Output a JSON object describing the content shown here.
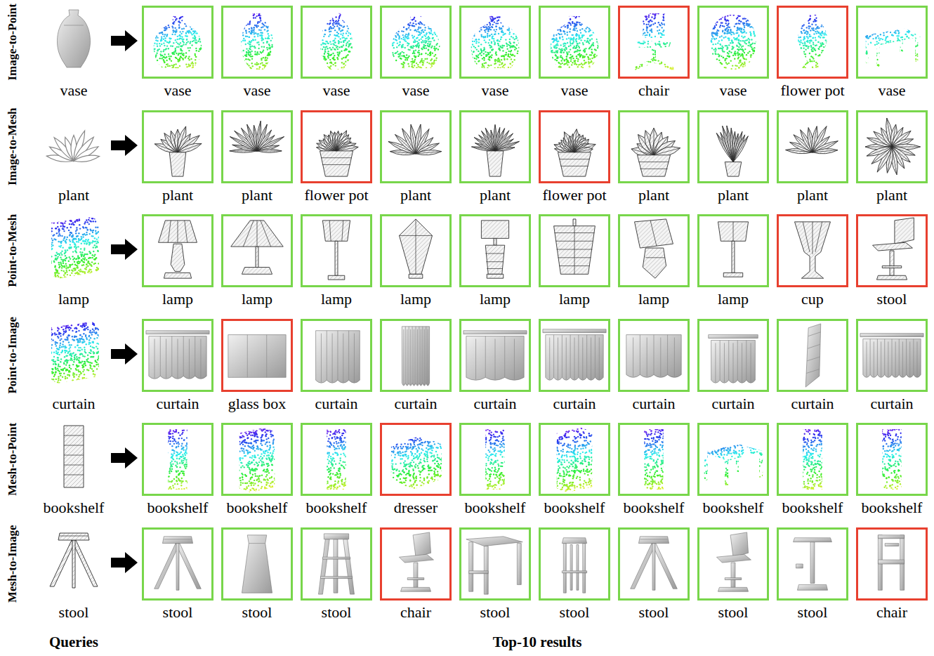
{
  "diagram": {
    "nodes": [
      {
        "text": [
          "vase"
        ]
      },
      {
        "text": [
          "vase"
        ]
      },
      {
        "text": [
          "vase"
        ]
      },
      {
        "text": [
          "vase"
        ]
      },
      {
        "text": [
          "vase"
        ]
      },
      {
        "text": [
          "vase"
        ]
      },
      {
        "text": [
          "chair"
        ]
      },
      {
        "text": [
          "vase"
        ]
      },
      {
        "text": [
          "flower pot"
        ]
      },
      {
        "text": [
          "vase"
        ]
      },
      {
        "text": [
          "plant"
        ]
      },
      {
        "text": [
          "plant"
        ]
      },
      {
        "text": [
          "flower pot"
        ]
      },
      {
        "text": [
          "plant"
        ]
      },
      {
        "text": [
          "plant"
        ]
      },
      {
        "text": [
          "flower pot"
        ]
      },
      {
        "text": [
          "plant"
        ]
      },
      {
        "text": [
          "plant"
        ]
      },
      {
        "text": [
          "plant"
        ]
      },
      {
        "text": [
          "plant"
        ]
      },
      {
        "text": [
          "lamp"
        ]
      },
      {
        "text": [
          "lamp"
        ]
      },
      {
        "text": [
          "lamp"
        ]
      },
      {
        "text": [
          "lamp"
        ]
      },
      {
        "text": [
          "lamp"
        ]
      },
      {
        "text": [
          "lamp"
        ]
      },
      {
        "text": [
          "lamp"
        ]
      },
      {
        "text": [
          "lamp"
        ]
      },
      {
        "text": [
          "cup"
        ]
      },
      {
        "text": [
          "stool"
        ]
      },
      {
        "text": [
          "curtain"
        ]
      },
      {
        "text": [
          "glass box"
        ]
      },
      {
        "text": [
          "curtain"
        ]
      },
      {
        "text": [
          "curtain"
        ]
      },
      {
        "text": [
          "curtain"
        ]
      },
      {
        "text": [
          "curtain"
        ]
      },
      {
        "text": [
          "curtain"
        ]
      },
      {
        "text": [
          "curtain"
        ]
      },
      {
        "text": [
          "curtain"
        ]
      },
      {
        "text": [
          "curtain"
        ]
      },
      {
        "text": [
          "bookshelf"
        ]
      },
      {
        "text": [
          "bookshelf"
        ]
      },
      {
        "text": [
          "bookshelf"
        ]
      },
      {
        "text": [
          "dresser"
        ]
      },
      {
        "text": [
          "bookshelf"
        ]
      },
      {
        "text": [
          "bookshelf"
        ]
      },
      {
        "text": [
          "bookshelf"
        ]
      },
      {
        "text": [
          "bookshelf"
        ]
      },
      {
        "text": [
          "bookshelf"
        ]
      },
      {
        "text": [
          "bookshelf"
        ]
      },
      {
        "text": [
          "stool"
        ]
      },
      {
        "text": [
          "stool"
        ]
      },
      {
        "text": [
          "stool"
        ]
      },
      {
        "text": [
          "chair"
        ]
      },
      {
        "text": [
          "stool"
        ]
      },
      {
        "text": [
          "stool"
        ]
      },
      {
        "text": [
          "stool"
        ]
      },
      {
        "text": [
          "stool"
        ]
      },
      {
        "text": [
          "stool"
        ]
      },
      {
        "text": [
          "chair"
        ]
      }
    ],
    "labels": [
      "Image-to-Point",
      "vase",
      "Image-to-Mesh",
      "plant",
      "Point-to-Mesh",
      "lamp",
      "Point-to-Image",
      "curtain",
      "Mesh-to-Point",
      "bookshelf",
      "Mesh-to-Image",
      "stool",
      "Queries",
      "Top-10 results"
    ]
  }
}
